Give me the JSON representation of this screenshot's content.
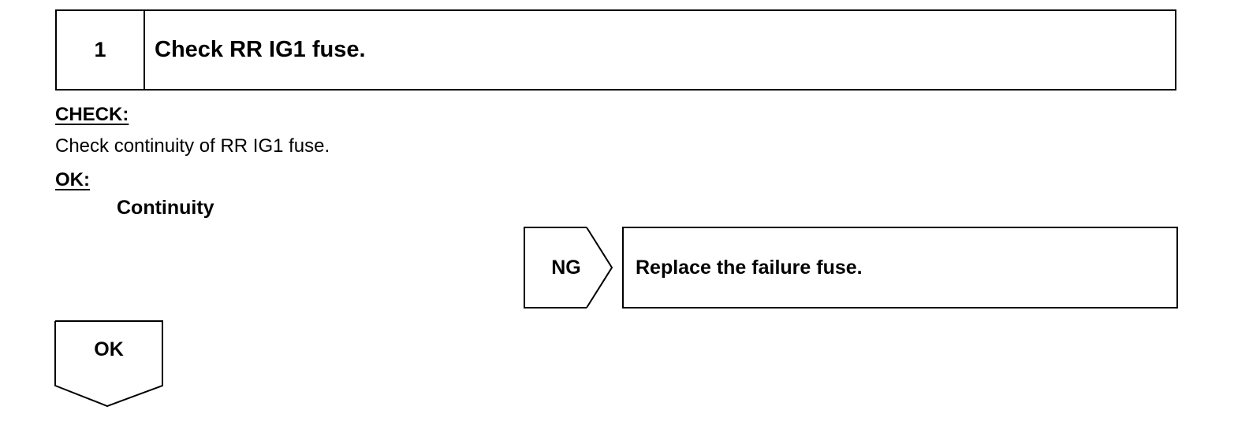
{
  "step": {
    "number": "1",
    "title": "Check RR IG1 fuse."
  },
  "check": {
    "label": "CHECK:",
    "text": "Check continuity of RR IG1 fuse."
  },
  "ok": {
    "label": "OK:",
    "value": "Continuity"
  },
  "ng": {
    "label": "NG",
    "action": "Replace the failure fuse."
  },
  "ok_arrow": {
    "label": "OK"
  }
}
